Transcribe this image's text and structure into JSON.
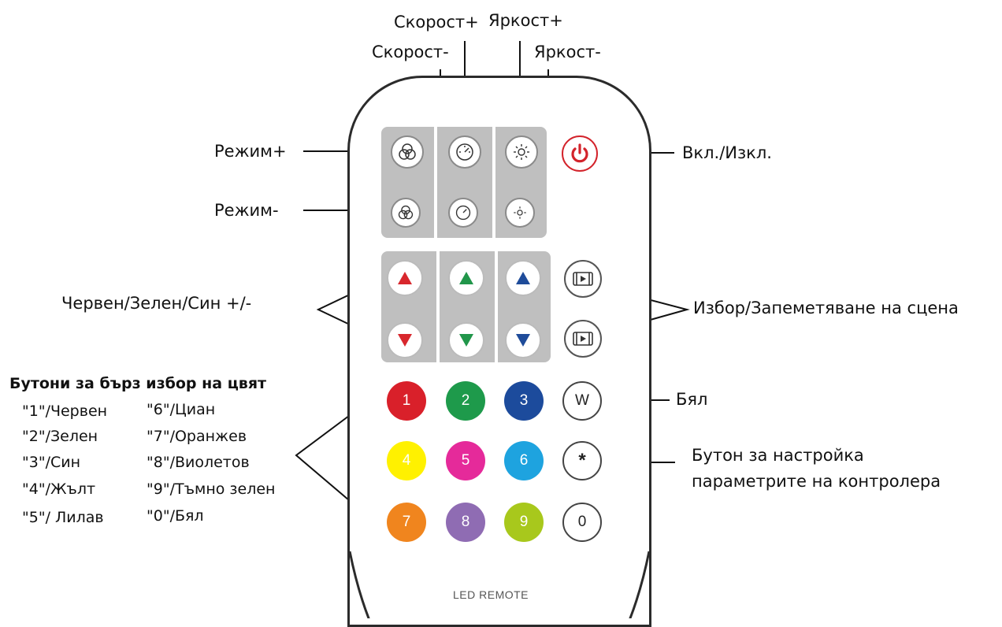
{
  "top_labels": {
    "speed_plus": "Скорост+",
    "speed_minus": "Скорост-",
    "brightness_plus": "Яркост+",
    "brightness_minus": "Яркост-"
  },
  "side_labels": {
    "mode_plus": "Режим+",
    "mode_minus": "Режим-",
    "power": "Вкл./Изкл.",
    "rgb": "Червен/Зелен/Син +/-",
    "scene": "Избор/Запеметяване на сцена",
    "white": "Бял",
    "settings_line1": "Бутон за настройка",
    "settings_line2": "параметрите на контролера"
  },
  "quick_colors": {
    "heading": "Бутони за бърз избор на цвят",
    "left": [
      "\"1\"/Червен",
      "\"2\"/Зелен",
      "\"3\"/Син",
      "\"4\"/Жълт",
      "\"5\"/ Лилав"
    ],
    "right": [
      "\"6\"/Циан",
      "\"7\"/Оранжев",
      "\"8\"/Виолетов",
      "\"9\"/Тъмно зелен",
      "\"0\"/Бял"
    ]
  },
  "keypad": {
    "row1": [
      "1",
      "2",
      "3",
      "W"
    ],
    "row2": [
      "4",
      "5",
      "6",
      "*"
    ],
    "row3": [
      "7",
      "8",
      "9",
      "0"
    ]
  },
  "brand": "LED REMOTE",
  "colors": {
    "k1": "#d9202a",
    "k2": "#1e9a4b",
    "k3": "#1c4b9c",
    "k4": "#fff100",
    "k5": "#e52a9a",
    "k6": "#1ea3df",
    "k7": "#f0851e",
    "k8": "#8f6cb3",
    "k9": "#a8c81c",
    "power_red": "#d3232b",
    "up_red": "#d8272d",
    "up_green": "#21964a",
    "up_blue": "#1f4c9a"
  }
}
